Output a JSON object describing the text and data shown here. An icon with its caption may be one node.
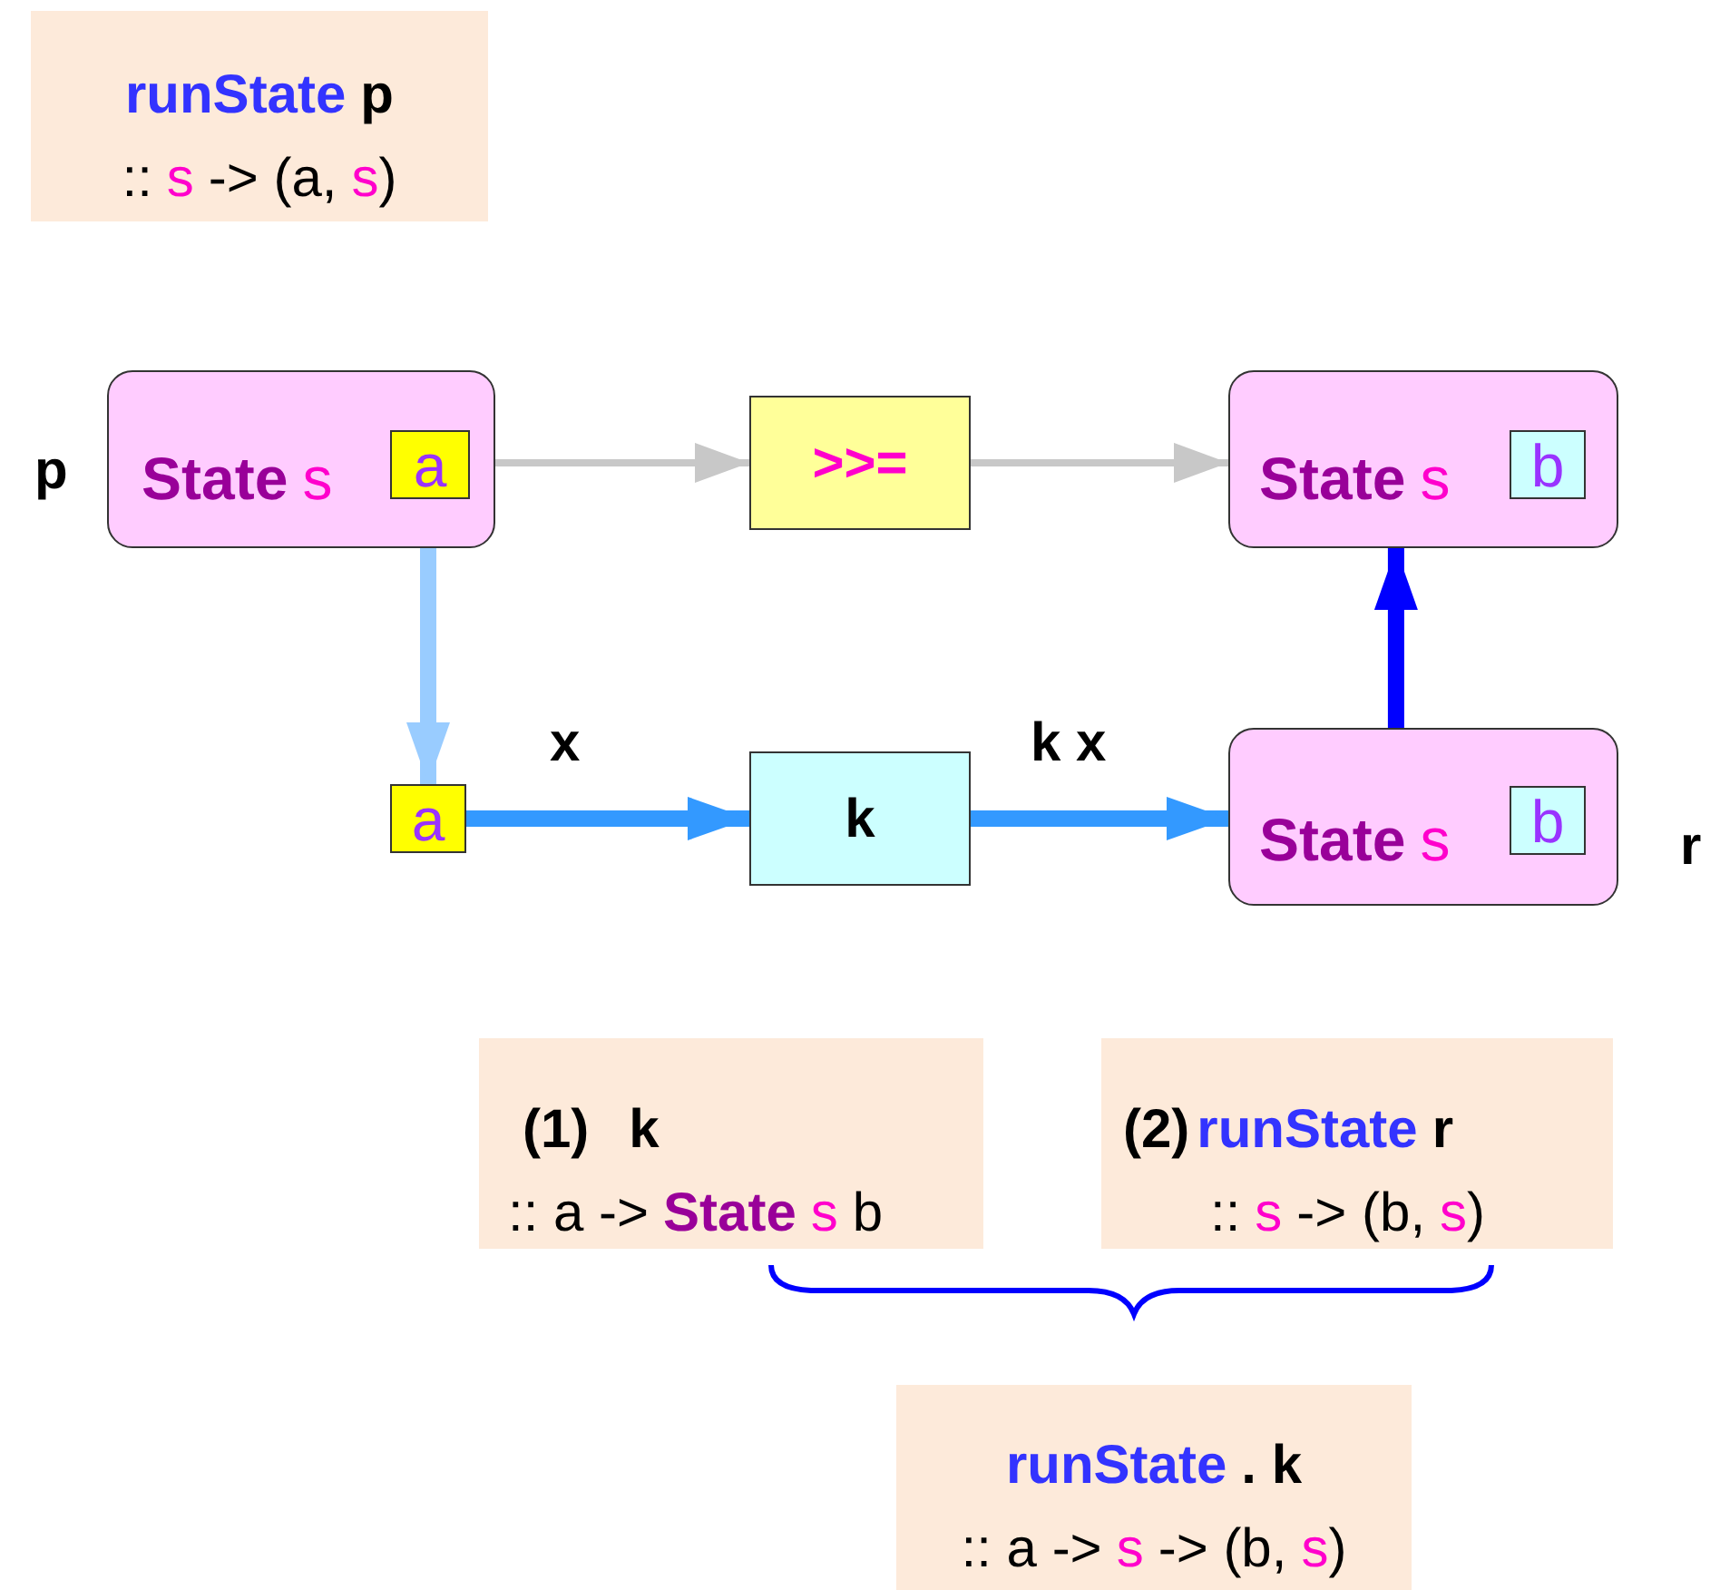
{
  "diagram": {
    "nodes": [
      {
        "text": [
          "runState",
          "p",
          "::",
          "s",
          "-> (a,",
          "s",
          ")"
        ]
      },
      {
        "text": [
          "State",
          "s"
        ],
        "beside": [
          "p"
        ]
      },
      {
        "text": [
          "a"
        ],
        "in": 1
      },
      {
        "text": [
          ">>="
        ]
      },
      {
        "text": [
          "State",
          "s"
        ]
      },
      {
        "text": [
          "b"
        ],
        "in": 4
      },
      {
        "text": [
          "a"
        ]
      },
      {
        "text": [
          "k"
        ]
      },
      {
        "text": [
          "State",
          "s"
        ],
        "beside": [
          "r"
        ]
      },
      {
        "text": [
          "b"
        ],
        "in": 8
      },
      {
        "text": [
          "(1)",
          "k",
          ":: a ->",
          "State",
          "s",
          "b"
        ]
      },
      {
        "text": [
          "(2)",
          "runState",
          "r",
          "::",
          "s",
          "-> (b,",
          "s",
          ")"
        ]
      },
      {
        "text": [
          "runState",
          ". k",
          ":: a ->",
          "s",
          "-> (b,",
          "s",
          ")"
        ]
      }
    ],
    "edges": [
      {
        "from": 1,
        "to": 3,
        "arrow": "to",
        "color": "#c8c8c8"
      },
      {
        "from": 3,
        "to": 4,
        "arrow": "to",
        "color": "#c8c8c8"
      },
      {
        "from": 2,
        "to": 6,
        "arrow": "to",
        "color": "#99ccff"
      },
      {
        "from": 6,
        "to": 7,
        "arrow": "to",
        "label": "x",
        "color": "#3399ff"
      },
      {
        "from": 7,
        "to": 8,
        "arrow": "to",
        "label": "k x",
        "color": "#3399ff"
      },
      {
        "from": 8,
        "to": 4,
        "arrow": "to",
        "color": "#0000ff"
      }
    ]
  }
}
